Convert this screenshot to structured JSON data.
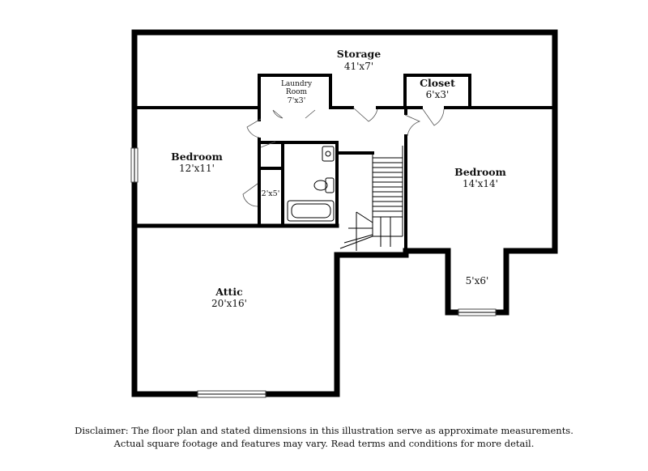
{
  "rooms": {
    "storage": {
      "name": "Storage",
      "dim": "41'x7'"
    },
    "laundry": {
      "name_line1": "Laundry",
      "name_line2": "Room",
      "dim": "7'x3'"
    },
    "closet": {
      "name": "Closet",
      "dim": "6'x3'"
    },
    "bedroom_left": {
      "name": "Bedroom",
      "dim": "12'x11'"
    },
    "small_closet": {
      "dim": "2'x5'"
    },
    "bedroom_right": {
      "name": "Bedroom",
      "dim": "14'x14'"
    },
    "nook": {
      "dim": "5'x6'"
    },
    "attic": {
      "name": "Attic",
      "dim": "20'x16'"
    }
  },
  "disclaimer": {
    "line1": "Disclaimer: The floor plan and stated dimensions in this illustration serve as approximate measurements.",
    "line2": "Actual square footage and features may vary. Read terms and conditions for more detail."
  }
}
